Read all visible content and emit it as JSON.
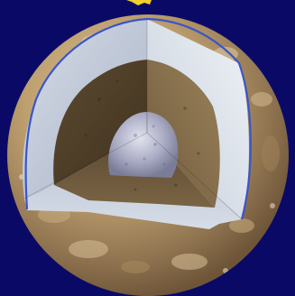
{
  "image": {
    "description_kind": "cutaway",
    "background_color": "#0a0a66",
    "accent_color": "#f2d12a"
  },
  "layers": [
    {
      "name": "surface",
      "color": "#b79a6d"
    },
    {
      "name": "ice-shell",
      "color": "#c7cfdd"
    },
    {
      "name": "mantle",
      "color": "#6b5639"
    },
    {
      "name": "core",
      "color": "#a7a9c2"
    }
  ],
  "colors": {
    "space": "#0a0a66",
    "ring_outline": "#3a56c9",
    "crust_light": "#d4bd94",
    "crust_dark": "#8c7350",
    "ice_light": "#e7ecf2",
    "ice_dark": "#aeb7c9",
    "mantle_light": "#8b7350",
    "mantle_dark": "#4e3e28",
    "core_light": "#d7d8e8",
    "core_dark": "#7f819c"
  }
}
